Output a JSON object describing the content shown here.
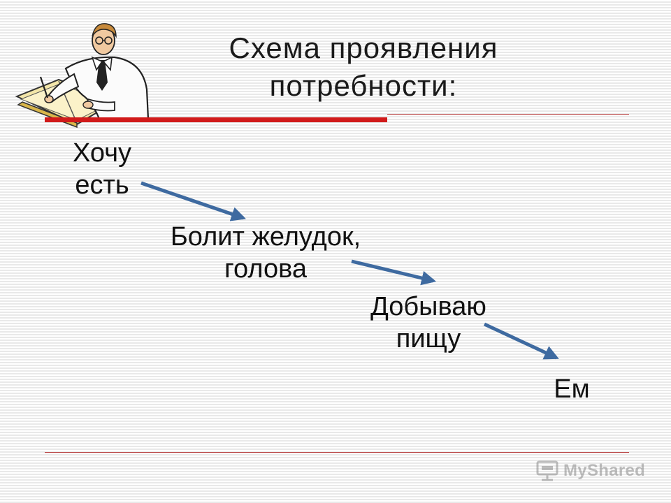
{
  "slide": {
    "title_lines": [
      "Схема проявления",
      "потребности:"
    ],
    "steps": [
      {
        "lines": [
          "Хочу",
          "есть"
        ]
      },
      {
        "lines": [
          "Болит желудок,",
          "голова"
        ]
      },
      {
        "lines": [
          "Добываю",
          "пищу"
        ]
      },
      {
        "lines": [
          "Ем"
        ]
      }
    ],
    "arrow_color": "#3e6aa0",
    "accent_color": "#d11a1a",
    "clipart_icon": "scholar-writing-icon"
  },
  "watermark": {
    "text": "MyShared",
    "icon": "presentation-screen-icon"
  }
}
